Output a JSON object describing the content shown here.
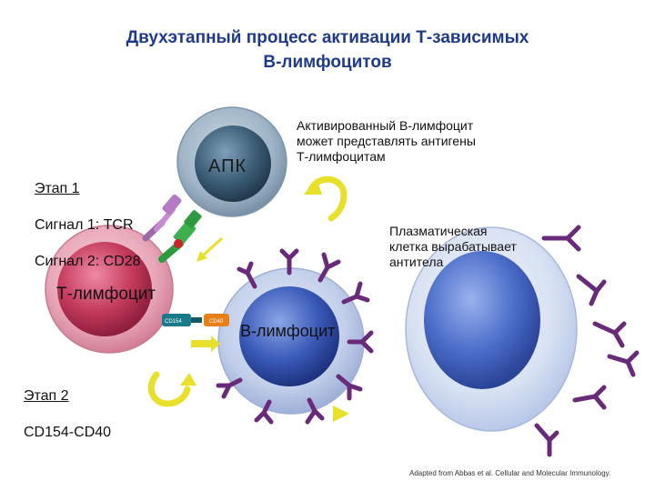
{
  "title": "Двухэтапный процесс активации Т-зависимых\nВ-лимфоцитов",
  "stage1": {
    "heading": "Этап 1",
    "signal1": "Сигнал 1: TCR",
    "signal2": "Сигнал 2: CD28"
  },
  "stage2": {
    "heading": "Этап 2",
    "pair": "CD154-CD40"
  },
  "cells": {
    "apc": "АПК",
    "t_cell": "Т-лимфоцит",
    "b_cell": "В-лимфоцит"
  },
  "annotations": {
    "activated_b": "Активированный В-лимфоцит\nможет представлять антигены\nТ-лимфоцитам",
    "plasma_cell": "Плазматическая\nклетка вырабатывает\nантитела"
  },
  "molecules": {
    "cd154": "CD154",
    "cd40": "CD40"
  },
  "credit": "Adapted from Abbas et al. Cellular and Molecular Immunology.",
  "colors": {
    "title": "#1f3a8a",
    "apc": "#3d5f78",
    "t_cell": "#c43a5c",
    "b_cell": "#3a5ab8",
    "plasma": "#b8c8e8",
    "antibody": "#6a2a7a",
    "arrow": "#e8e02a",
    "tcr": "#9a6aa8",
    "cd28": "#2e9a3e",
    "cd154": "#1a7a8a",
    "cd40": "#e8801a"
  }
}
